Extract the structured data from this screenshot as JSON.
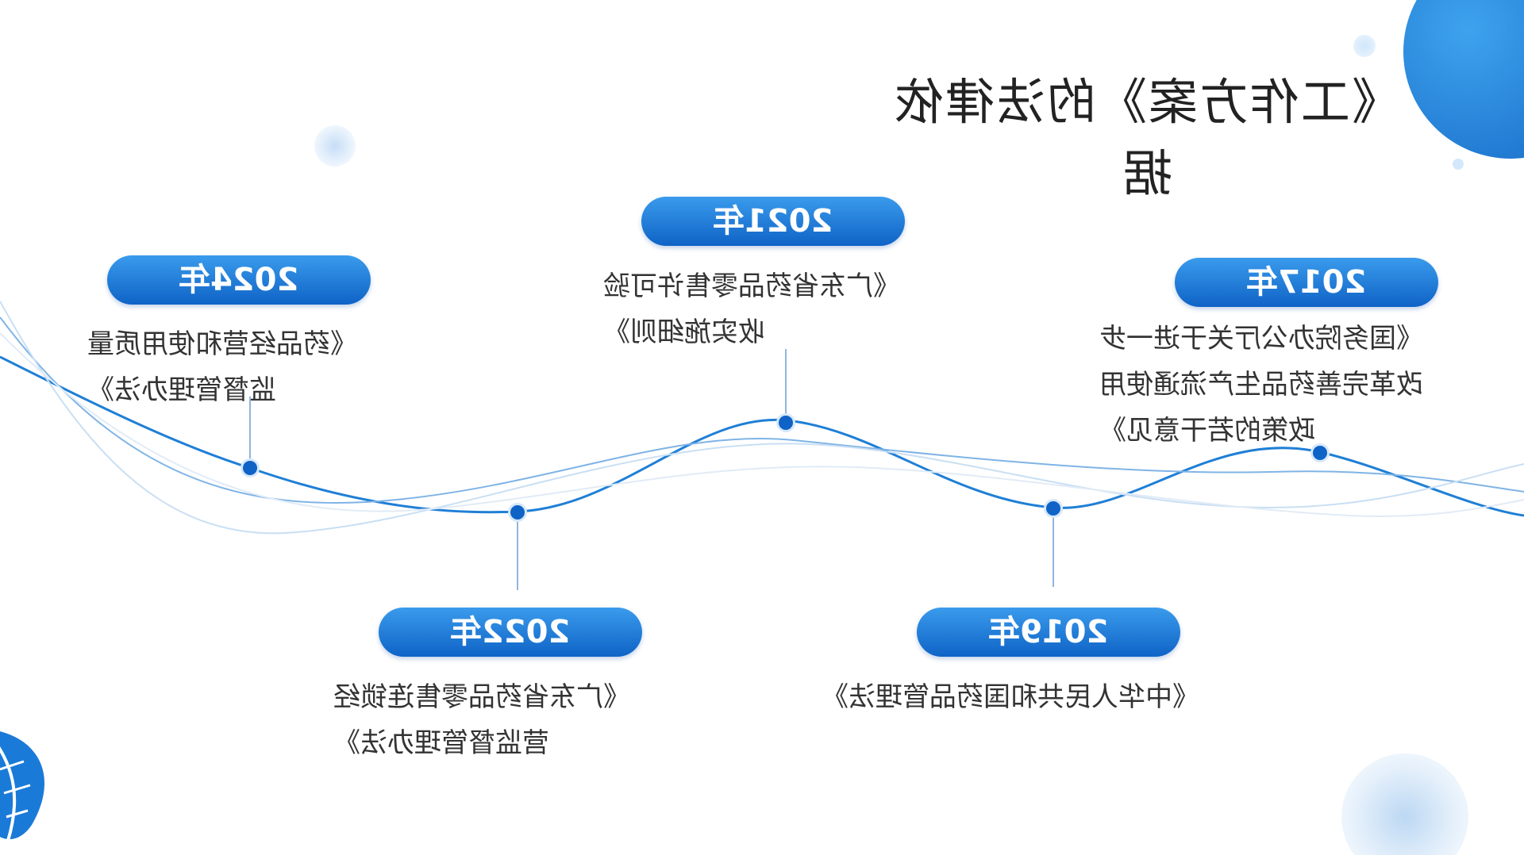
{
  "title": "《工作方案》的法律依据",
  "colors": {
    "accent": "#0f63c6",
    "accent_light": "#3a9bec",
    "text": "#333333"
  },
  "timeline": [
    {
      "year": "2024年",
      "lines": [
        "《药品经营和使用质量",
        "监督管理办法》"
      ]
    },
    {
      "year": "2022年",
      "lines": [
        "《广东省药品零售连锁经",
        "营监督管理办法》"
      ]
    },
    {
      "year": "2021年",
      "lines": [
        "《广东省药品零售许可验",
        "收实施细则》"
      ]
    },
    {
      "year": "2019年",
      "lines": [
        "《中华人民共和国药品管理法》"
      ]
    },
    {
      "year": "2017年",
      "lines": [
        "《国务院办公厅关于进一步",
        "改革完善药品生产流通使用",
        "政策的若干意见》"
      ]
    }
  ]
}
